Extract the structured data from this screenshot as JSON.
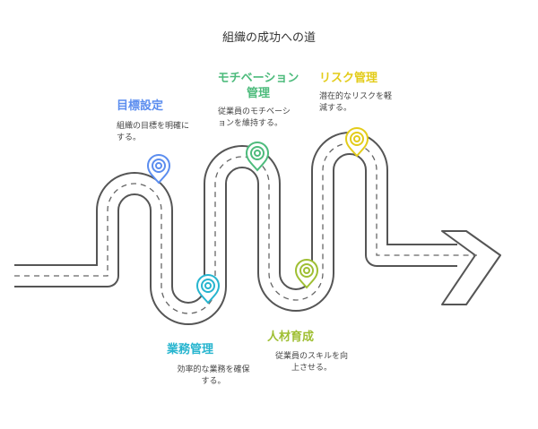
{
  "title": "組織の成功への道",
  "colors": {
    "road_fill": "#ffffff",
    "road_edge": "#555555",
    "dash": "#666666",
    "goal": "#5b8def",
    "business": "#27b5cf",
    "motivation": "#4dbb7c",
    "talent": "#9fbf33",
    "risk": "#e3cc1a"
  },
  "milestones": {
    "goal": {
      "title": "目標設定",
      "desc": [
        "組織の目標を明確に",
        "する。"
      ],
      "icon": "location-pin-icon"
    },
    "business": {
      "title": "業務管理",
      "desc": [
        "効率的な業務を確保",
        "する。"
      ],
      "icon": "location-pin-icon"
    },
    "motivation": {
      "title": [
        "モチベーション",
        "管理"
      ],
      "desc": [
        "従業員のモチベーシ",
        "ョンを維持する。"
      ],
      "icon": "location-pin-icon"
    },
    "talent": {
      "title": "人材育成",
      "desc": [
        "従業員のスキルを向",
        "上させる。"
      ],
      "icon": "location-pin-icon"
    },
    "risk": {
      "title": "リスク管理",
      "desc": [
        "潜在的なリスクを軽",
        "減する。"
      ],
      "icon": "location-pin-icon"
    }
  }
}
